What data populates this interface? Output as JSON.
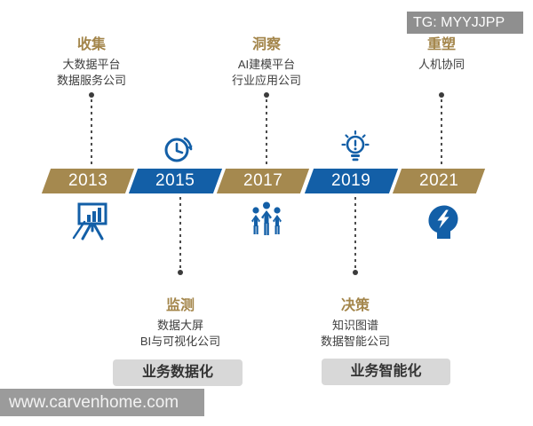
{
  "watermarks": {
    "telegram": "TG: MYYJJPP",
    "website": "www.carvenhome.com"
  },
  "colors": {
    "bar_gold": "#a5894f",
    "bar_blue": "#135fa7",
    "stage_title_gold": "#a3854a",
    "stage_text": "#3d3d3d",
    "phase_box_bg": "#d8d8d8",
    "watermark_bg": "#8f8f8f",
    "connector_line": "#4c4c4c"
  },
  "timeline": {
    "years": [
      {
        "label": "2013",
        "color": "gold"
      },
      {
        "label": "2015",
        "color": "blue"
      },
      {
        "label": "2017",
        "color": "gold"
      },
      {
        "label": "2019",
        "color": "blue"
      },
      {
        "label": "2021",
        "color": "gold"
      }
    ]
  },
  "top_stages": [
    {
      "title": "收集",
      "line1": "大数据平台",
      "line2": "数据服务公司",
      "icon": "easel-chart-icon",
      "year": "2013"
    },
    {
      "title": "洞察",
      "line1": "AI建模平台",
      "line2": "行业应用公司",
      "icon": "team-icon",
      "year": "2017"
    },
    {
      "title": "重塑",
      "line1": "人机协同",
      "line2": "",
      "icon": "head-lightning-icon",
      "year": "2021"
    }
  ],
  "bottom_stages": [
    {
      "title": "监测",
      "line1": "数据大屏",
      "line2": "BI与可视化公司",
      "icon": "clock-history-icon",
      "year": "2015"
    },
    {
      "title": "决策",
      "line1": "知识图谱",
      "line2": "数据智能公司",
      "icon": "lightbulb-alert-icon",
      "year": "2019"
    }
  ],
  "phase_labels": [
    {
      "label": "业务数据化"
    },
    {
      "label": "业务智能化"
    }
  ]
}
